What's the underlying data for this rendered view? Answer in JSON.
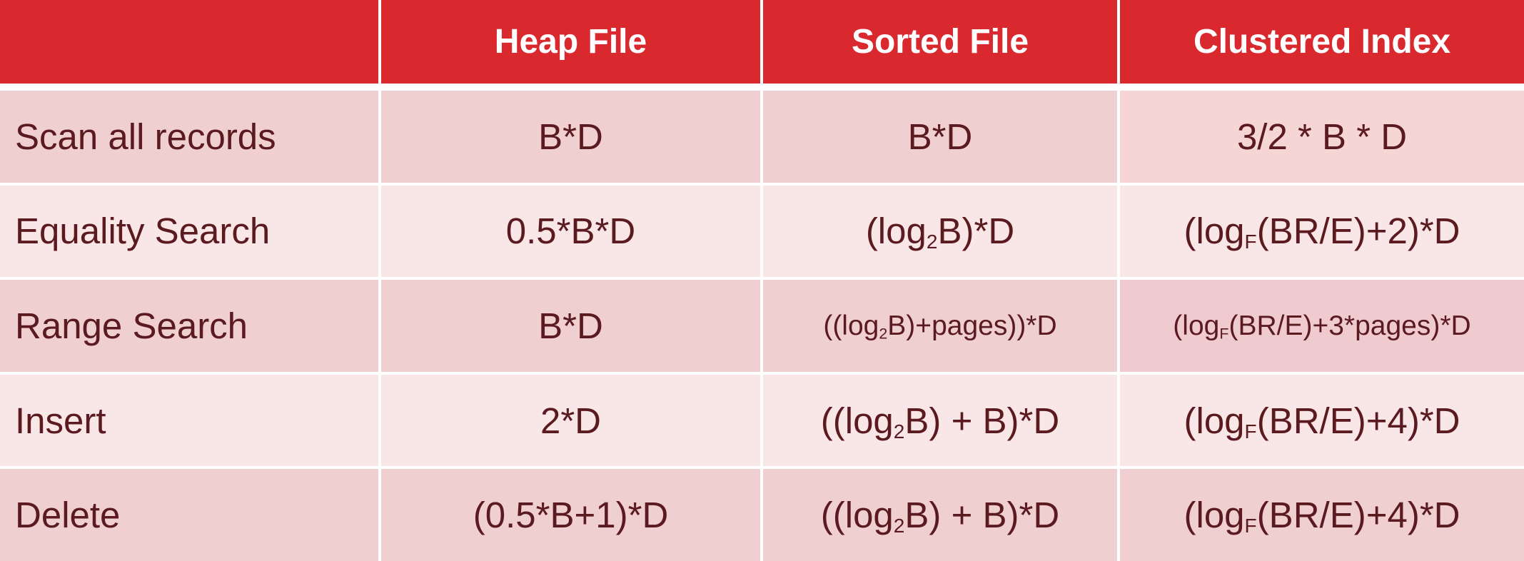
{
  "header": {
    "corner": "",
    "columns": [
      "Heap File",
      "Sorted File",
      "Clustered Index"
    ]
  },
  "rows": [
    {
      "label": "Scan all records",
      "cells": [
        "B*D",
        "B*D",
        "3/2 * B * D"
      ]
    },
    {
      "label": "Equality Search",
      "cells": [
        "0.5*B*D",
        "(log2B)*D",
        "(logF(BR/E)+2)*D"
      ]
    },
    {
      "label": "Range Search",
      "cells": [
        "B*D",
        "((log2B)+pages))*D",
        "(logF(BR/E)+3*pages)*D"
      ]
    },
    {
      "label": "Insert",
      "cells": [
        "2*D",
        "((log2B) + B)*D",
        "(logF(BR/E)+4)*D"
      ]
    },
    {
      "label": "Delete",
      "cells": [
        "(0.5*B+1)*D",
        "((log2B) + B)*D",
        "(logF(BR/E)+4)*D"
      ]
    }
  ],
  "colors": {
    "header_bg": "#d9292f",
    "header_text": "#ffffff",
    "row_dark": "#efcfcf",
    "row_light": "#f9e6e6",
    "body_text": "#5a1a20"
  }
}
